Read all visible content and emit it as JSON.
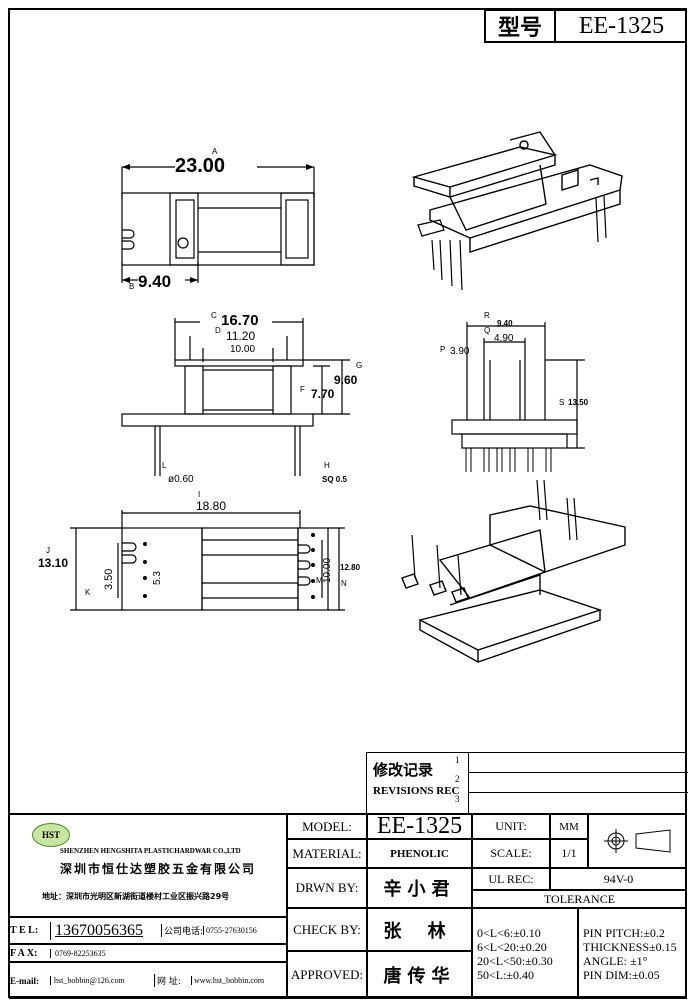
{
  "header": {
    "model_key": "型号",
    "model_value": "EE-1325"
  },
  "views": {
    "top": {
      "d_a": "23.00",
      "d_b": "9.40",
      "a_tag": "A",
      "b_tag": "B"
    },
    "front": {
      "d_c": "16.70",
      "d_d": "11.20",
      "d_e": "10.00",
      "d_g": "9.60",
      "d_f": "7.70",
      "d_l": "ø0.60",
      "d_h": "SQ 0.5",
      "c_tag": "C",
      "d_tag": "D",
      "g_tag": "G",
      "f_tag": "F",
      "l_tag": "L",
      "h_tag": "H"
    },
    "side": {
      "d_r": "9.40",
      "d_q": "4.90",
      "d_p": "3.90",
      "d_s": "13.50",
      "r_tag": "R",
      "q_tag": "Q",
      "p_tag": "P",
      "s_tag": "S"
    },
    "bottom": {
      "d_i": "18.80",
      "d_j": "13.10",
      "d_k": "3.50",
      "d_53": "5.3",
      "d_m": "10.00",
      "d_n": "12.80",
      "i_tag": "I",
      "j_tag": "J",
      "k_tag": "K",
      "m_tag": "M",
      "n_tag": "N"
    }
  },
  "revisions": {
    "title": "修改记录",
    "subtitle": "REVISIONS REC",
    "marks": [
      "1",
      "2",
      "3"
    ]
  },
  "company": {
    "logo": "HST",
    "name_en": "SHENZHEN HENGSHITA PLASTICHARDWAR CO.,LTD",
    "name_cn": "深圳市恒仕达塑胶五金有限公司",
    "address": "地址：深圳市光明区新湖街道楼村工业区振兴路29号",
    "tel_label": "T E L:",
    "tel": "13670056365",
    "company_tel_label": "公司电话:",
    "company_tel": "0755-27630156",
    "fax_label": "F A X:",
    "fax": "0769-82253635",
    "email_label": "E-mail:",
    "email": "hst_bobbin@126.com",
    "web_label": "网 址:",
    "web": "www.hst_bobbin.com"
  },
  "title_block": {
    "model_label": "MODEL:",
    "model": "EE-1325",
    "material_label": "MATERIAL:",
    "material": "PHENOLIC",
    "drawn_label": "DRWN BY:",
    "drawn": "辛小君",
    "check_label": "CHECK BY:",
    "check": "张 林",
    "approved_label": "APPROVED:",
    "approved": "唐传华",
    "unit_label": "UNIT:",
    "unit": "MM",
    "scale_label": "SCALE:",
    "scale": "1/1",
    "ul_label": "UL REC:",
    "ul": "94V-0",
    "tolerance_label": "TOLERANCE",
    "tol_1": "0<L<6:±0.10",
    "tol_2": "6<L<20:±0.20",
    "tol_3": "20<L<50:±0.30",
    "tol_4": "50<L:±0.40",
    "pin_pitch": "PIN PITCH:±0.2",
    "thickness": "THICKNESS±0.15",
    "angle": "ANGLE: ±1°",
    "pin_dim": "PIN DIM:±0.05"
  }
}
